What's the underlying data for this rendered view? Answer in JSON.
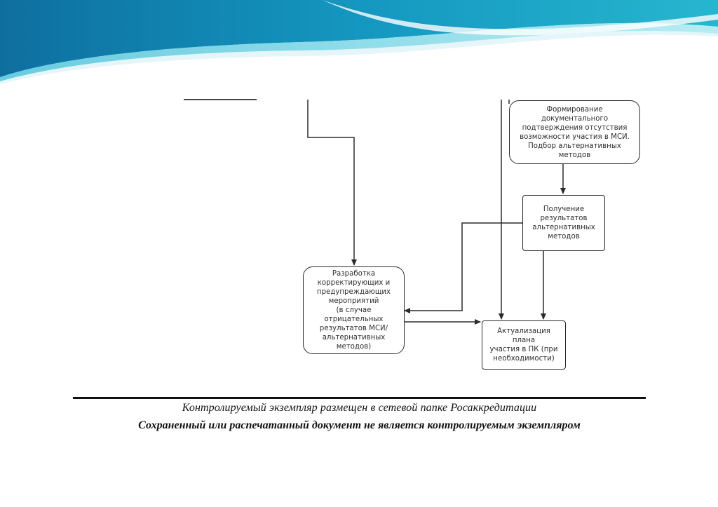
{
  "colors": {
    "wave_top": "#0f76a6",
    "wave_mid": "#1aa7c7",
    "wave_light": "#6dd6e6",
    "line": "#2b2b2b"
  },
  "nodes": {
    "forming_doc": "Формирование документального\nподтверждения отсутствия\nвозможности участия в МСИ.\nПодбор альтернативных методов",
    "alt_results": "Получение\nрезультатов\nальтернативных\nметодов",
    "corrective": "Разработка\nкорректирующих и\nпредупреждающих\nмероприятий\n(в случае отрицательных\nрезультатов МСИ/\nальтернативных методов)",
    "update_plan": "Актуализация плана\nучастия в ПК (при\nнеобходимости)"
  },
  "footer": {
    "line1": "Контролируемый экземпляр размещен в сетевой папке Росаккредитации",
    "line2": "Сохраненный или распечатанный документ не является контролируемым экземпляром"
  }
}
